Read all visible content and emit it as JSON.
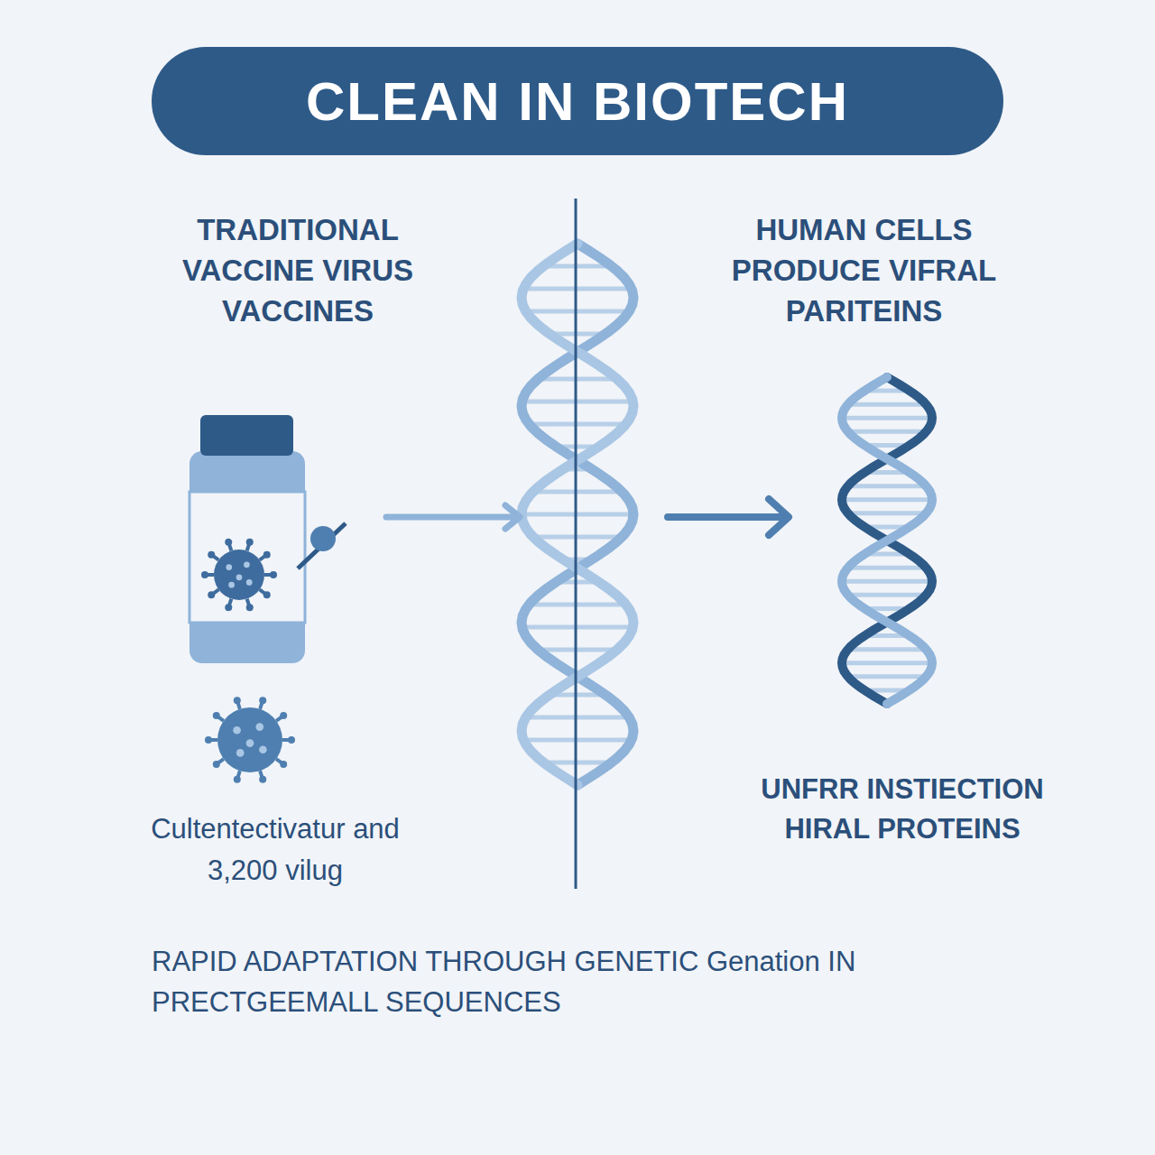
{
  "diagram": {
    "title": "CLEAN IN BIOTECH",
    "labels": [
      "TRADITIONAL VACCINE VIRUS VACCINES",
      "HUMAN CELLS PRODUCE VIFRAL PARITEINS",
      "Cultentectivatur and 3,200 vilug",
      "UNFRR INSTIECTION HIRAL PROTEINS",
      "RAPID ADAPTATION THROUGH GENETIC Genation IN PRECTGEEMALL SEQUENCES"
    ]
  }
}
